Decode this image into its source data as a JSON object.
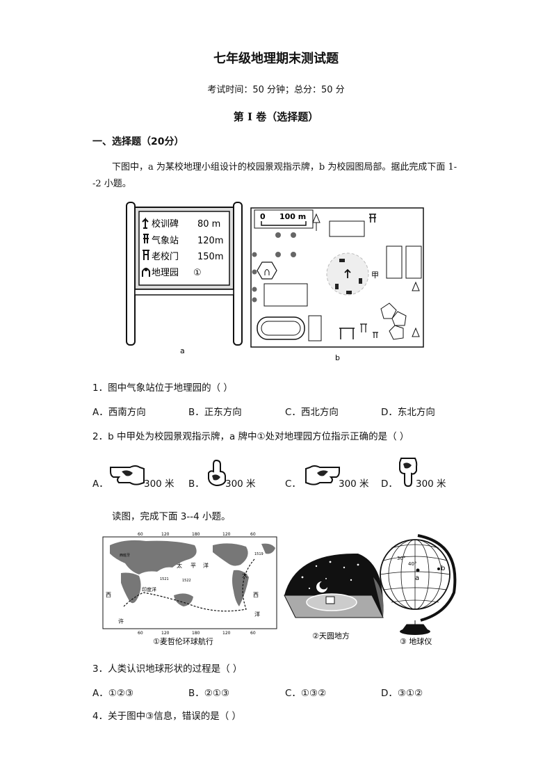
{
  "title": "七年级地理期末测试题",
  "subtitle": "考试时间：50 分钟；总分：50 分",
  "volume": "第 I 卷（选择题）",
  "section": "一、选择题（20分）",
  "intro": "下图中，a 为某校地理小组设计的校园景观指示牌，b 为校园图局部。据此完成下面 1--2 小题。",
  "figure_ab": {
    "sign_rows": [
      {
        "icon": "monument-icon",
        "name": "校训碑",
        "dist": "80 m"
      },
      {
        "icon": "weather-station-icon",
        "name": "气象站",
        "dist": "120m"
      },
      {
        "icon": "gate-icon",
        "name": "老校门",
        "dist": "150m"
      },
      {
        "icon": "garden-icon",
        "name": "地理园",
        "dist": "①"
      }
    ],
    "label_a": "a",
    "label_b": "b",
    "scale_zero": "0",
    "scale_dist": "100 m",
    "marker_jia": "甲"
  },
  "q1": {
    "text": "1．图中气象站位于地理园的（    ）",
    "options": [
      {
        "label": "A．西南方向"
      },
      {
        "label": "B．正东方向"
      },
      {
        "label": "C．西北方向"
      },
      {
        "label": "D．东北方向"
      }
    ]
  },
  "q2": {
    "text": "2．b 中甲处为校园景观指示牌，a 牌中①处对地理园方位指示正确的是（    ）",
    "options": [
      {
        "letter": "A．",
        "dist": "300 米",
        "icon": "hand-pointing-left-icon"
      },
      {
        "letter": "B．",
        "dist": "300 米",
        "icon": "hand-pointing-up-icon"
      },
      {
        "letter": "C．",
        "dist": "300 米",
        "icon": "hand-pointing-right-icon"
      },
      {
        "letter": "D．",
        "dist": "300 米",
        "icon": "hand-pointing-down-icon"
      }
    ]
  },
  "read_intro": "读图，完成下面 3--4 小题。",
  "figure_123": {
    "cap1": "①麦哲伦环球航行",
    "cap2": "②天圆地方",
    "cap3": "③ 地球仪",
    "map_ticks_top": [
      "60",
      "120",
      "180",
      "120",
      "60"
    ],
    "map_ticks_bottom": [
      "60",
      "120",
      "180",
      "120",
      "60"
    ],
    "map_words": [
      "太",
      "平",
      "洋",
      "大",
      "西",
      "印度洋",
      "洋",
      "许",
      "西班牙",
      "1519",
      "1521",
      "1522"
    ],
    "globe_a": "a",
    "globe_b": "b",
    "globe_lat1": "30°",
    "globe_lat2": "40°"
  },
  "q3": {
    "text": "3．人类认识地球形状的过程是（    ）",
    "options": [
      {
        "label": "A．①②③"
      },
      {
        "label": "B．②①③"
      },
      {
        "label": "C．①③②"
      },
      {
        "label": "D．③①②"
      }
    ]
  },
  "q4": {
    "text": "4．关于图中③信息，错误的是（    ）"
  }
}
